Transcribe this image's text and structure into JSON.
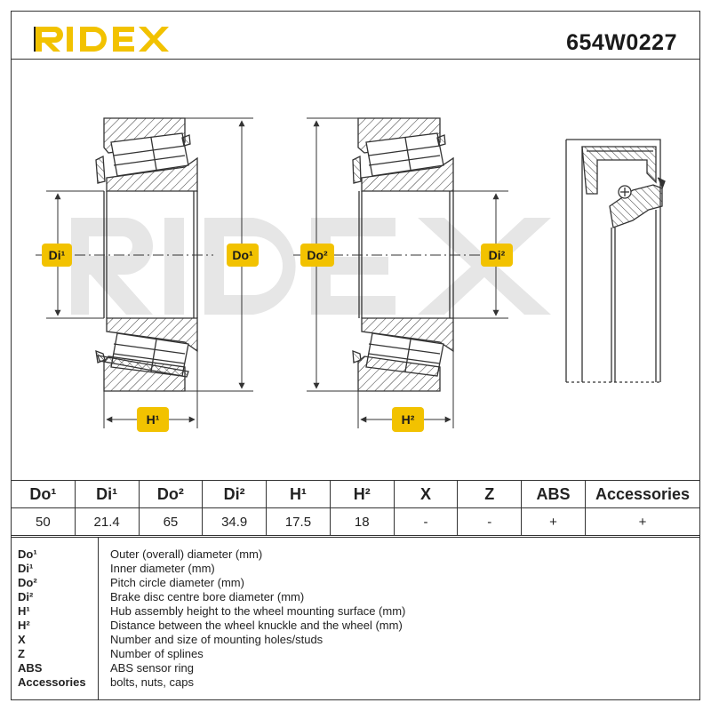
{
  "brand": {
    "name": "RIDEX",
    "accent": "#f2c200"
  },
  "part_number": "654W0227",
  "watermark": "RIDEX",
  "diagram": {
    "labels": {
      "di1": "Di¹",
      "do1": "Do¹",
      "do2": "Do²",
      "di2": "Di²",
      "h1": "H¹",
      "h2": "H²"
    }
  },
  "spec_table": {
    "headers": [
      "Do¹",
      "Di¹",
      "Do²",
      "Di²",
      "H¹",
      "H²",
      "X",
      "Z",
      "ABS",
      "Accessories"
    ],
    "values": [
      "50",
      "21.4",
      "65",
      "34.9",
      "17.5",
      "18",
      "-",
      "-",
      "+",
      "+"
    ]
  },
  "legend": [
    {
      "key": "Do¹",
      "desc": "Outer (overall) diameter (mm)"
    },
    {
      "key": "Di¹",
      "desc": "Inner diameter (mm)"
    },
    {
      "key": "Do²",
      "desc": "Pitch circle diameter (mm)"
    },
    {
      "key": "Di²",
      "desc": "Brake disc centre bore diameter (mm)"
    },
    {
      "key": "H¹",
      "desc": "Hub assembly height to the wheel mounting surface (mm)"
    },
    {
      "key": "H²",
      "desc": "Distance between the wheel knuckle and the wheel (mm)"
    },
    {
      "key": "X",
      "desc": "Number and size of mounting holes/studs"
    },
    {
      "key": "Z",
      "desc": "Number of splines"
    },
    {
      "key": "ABS",
      "desc": "ABS sensor ring"
    },
    {
      "key": "Accessories",
      "desc": "bolts, nuts, caps"
    }
  ]
}
